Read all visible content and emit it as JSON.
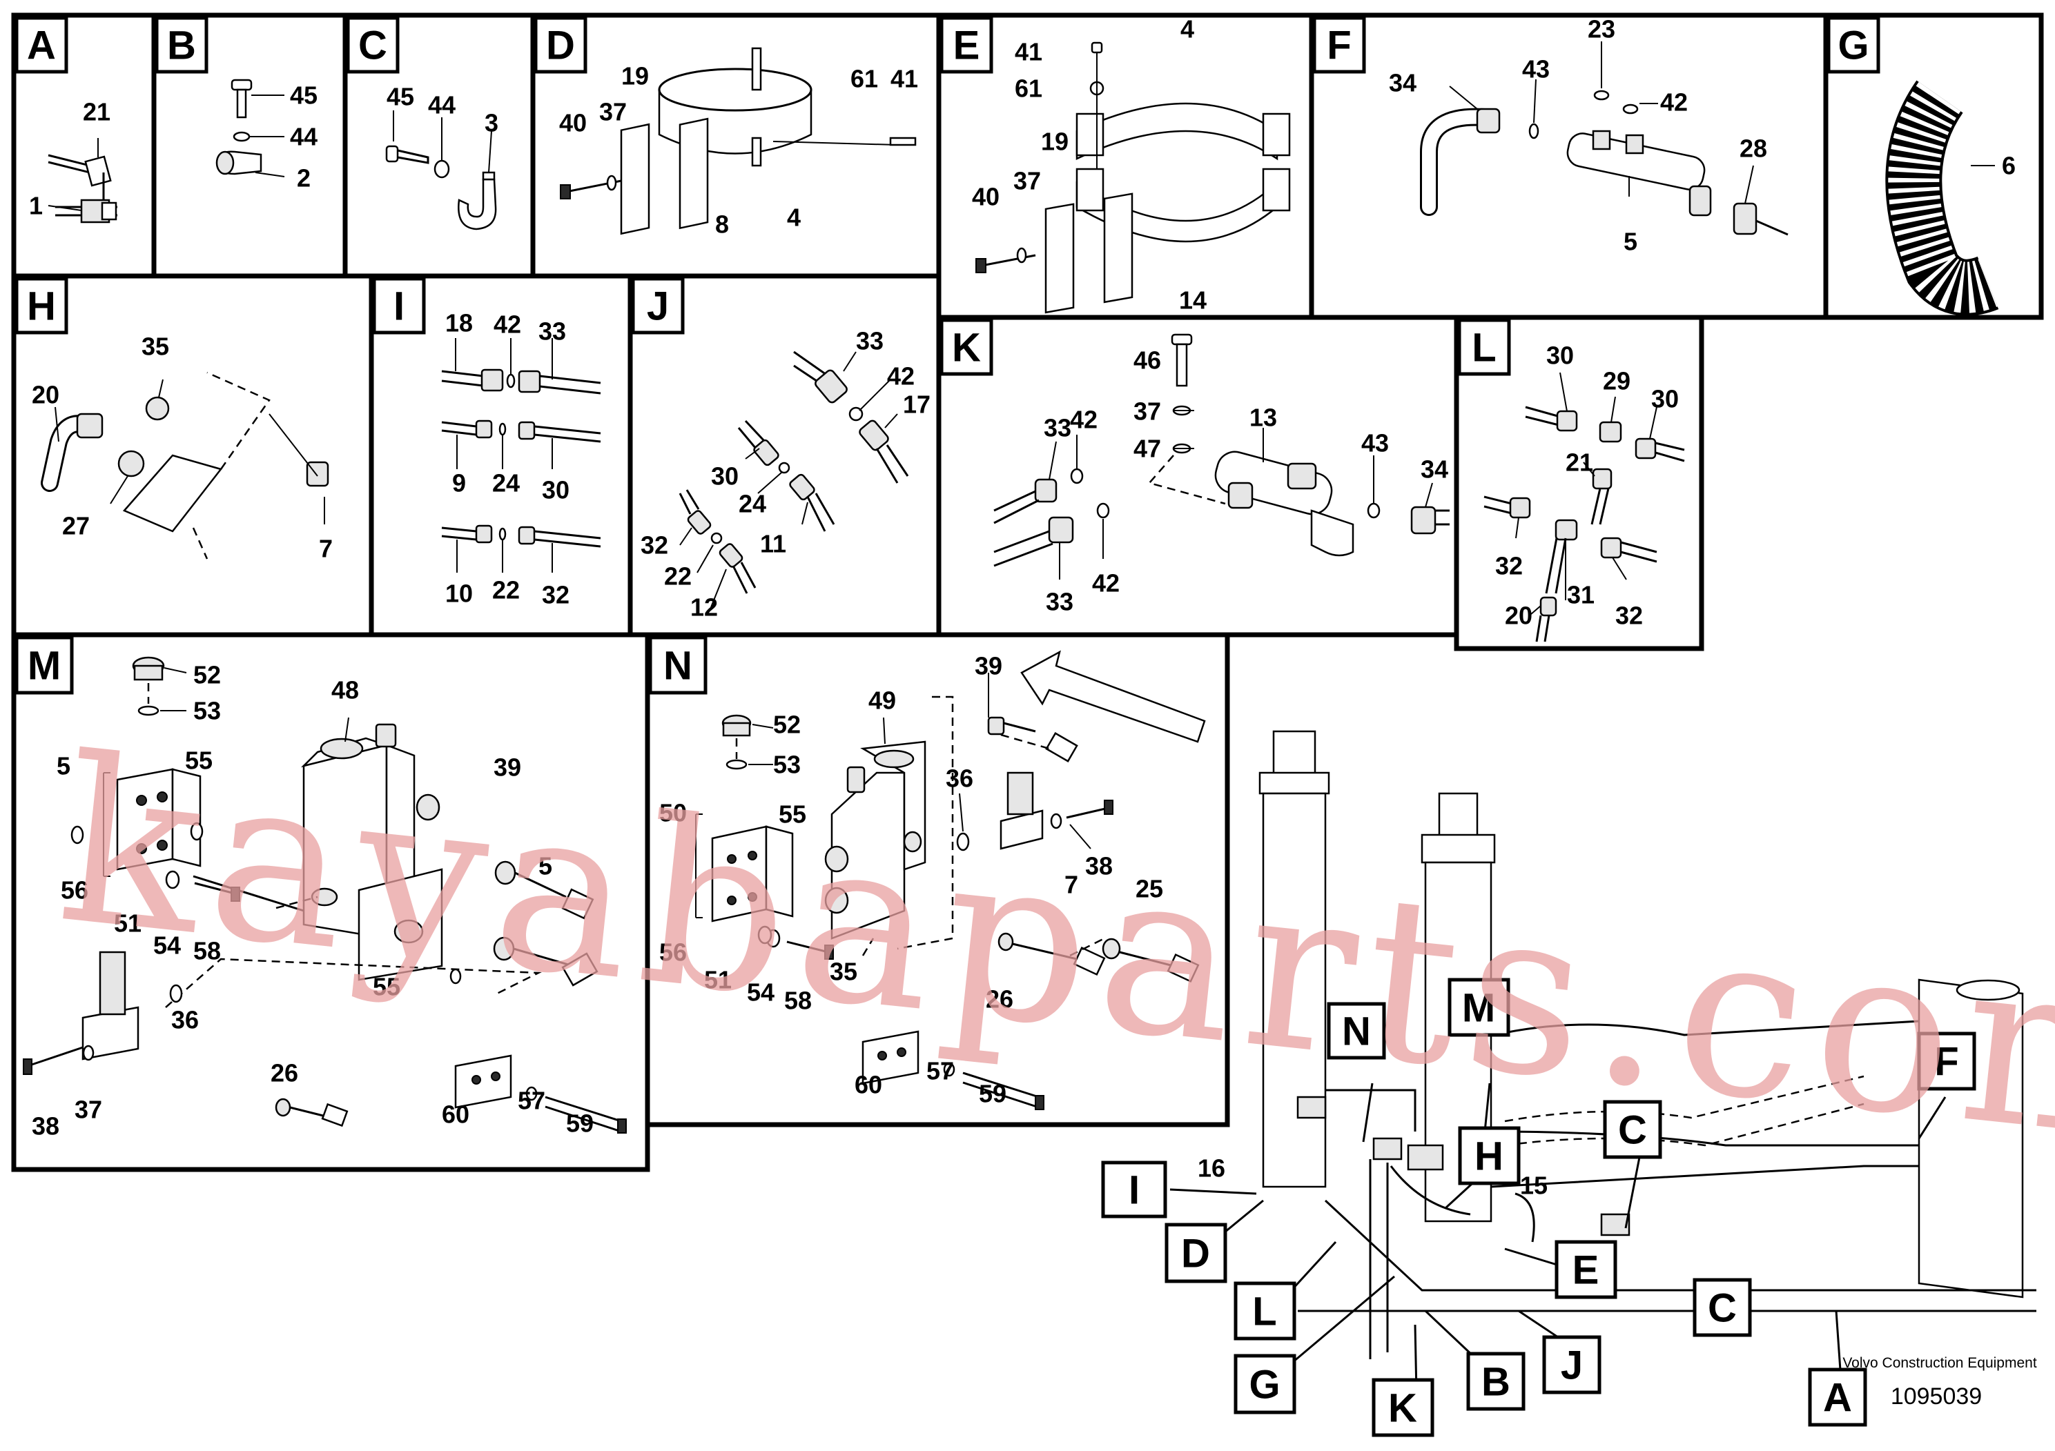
{
  "panels": {
    "A": {
      "label": "A",
      "parts": [
        "21",
        "1"
      ]
    },
    "B": {
      "label": "B",
      "parts": [
        "45",
        "44",
        "2"
      ]
    },
    "C": {
      "label": "C",
      "parts": [
        "45",
        "44",
        "3"
      ]
    },
    "D": {
      "label": "D",
      "parts": [
        "19",
        "37",
        "40",
        "61",
        "41",
        "8",
        "4"
      ]
    },
    "E": {
      "label": "E",
      "parts": [
        "41",
        "61",
        "4",
        "19",
        "37",
        "40",
        "14"
      ]
    },
    "F": {
      "label": "F",
      "parts": [
        "23",
        "34",
        "43",
        "42",
        "28",
        "5"
      ]
    },
    "G": {
      "label": "G",
      "parts": [
        "6"
      ]
    },
    "H": {
      "label": "H",
      "parts": [
        "35",
        "20",
        "27",
        "7"
      ]
    },
    "I": {
      "label": "I",
      "parts": [
        "18",
        "42",
        "33",
        "9",
        "24",
        "30",
        "10",
        "22",
        "32"
      ]
    },
    "J": {
      "label": "J",
      "parts": [
        "33",
        "42",
        "17",
        "30",
        "24",
        "11",
        "32",
        "22",
        "12"
      ]
    },
    "K": {
      "label": "K",
      "parts": [
        "46",
        "37",
        "13",
        "33",
        "42",
        "47",
        "43",
        "34",
        "33",
        "42"
      ]
    },
    "L": {
      "label": "L",
      "parts": [
        "30",
        "29",
        "30",
        "21",
        "32",
        "20",
        "31",
        "32"
      ]
    },
    "M": {
      "label": "M",
      "parts": [
        "52",
        "53",
        "48",
        "5",
        "55",
        "39",
        "5",
        "56",
        "51",
        "54",
        "58",
        "55",
        "36",
        "26",
        "38",
        "37",
        "60",
        "57",
        "59"
      ]
    },
    "N": {
      "label": "N",
      "parts": [
        "39",
        "52",
        "49",
        "53",
        "36",
        "50",
        "55",
        "38",
        "7",
        "25",
        "56",
        "51",
        "54",
        "58",
        "35",
        "26",
        "60",
        "57",
        "59"
      ]
    }
  },
  "overview": {
    "callouts": [
      "N",
      "M",
      "F",
      "I",
      "H",
      "C",
      "D",
      "E",
      "C",
      "L",
      "J",
      "G",
      "B",
      "K",
      "A"
    ],
    "parts": [
      "16",
      "15"
    ],
    "brand": "Volvo Construction Equipment",
    "drawing_number": "1095039"
  },
  "watermark": "kayabaparts.com"
}
